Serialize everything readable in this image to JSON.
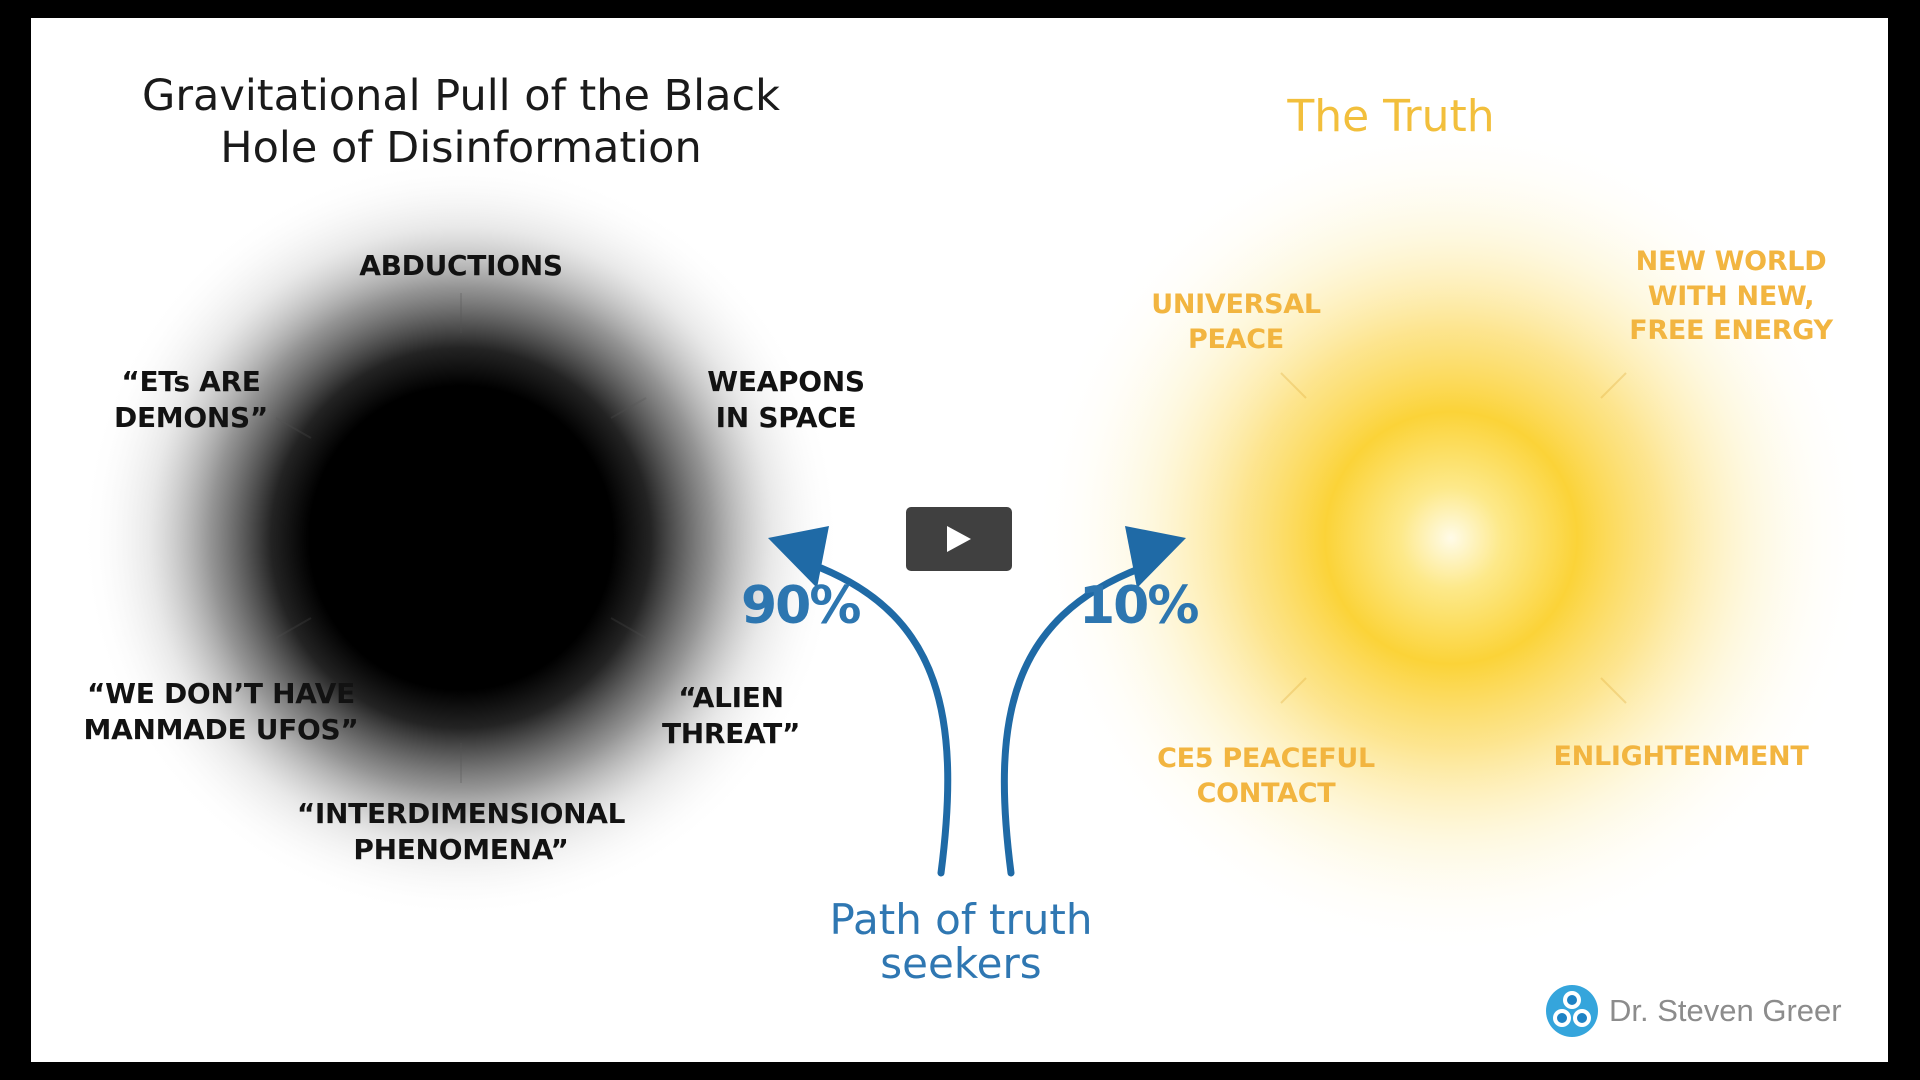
{
  "left_panel": {
    "title": "Gravitational Pull of the Black\nHole of Disinformation",
    "labels": [
      "ABDUCTIONS",
      "WEAPONS\nIN SPACE",
      "“ALIEN\nTHREAT”",
      "“INTERDIMENSIONAL\nPHENOMENA”",
      "“WE DON’T HAVE\nMANMADE UFOS”",
      "“ETs ARE\nDEMONS”"
    ],
    "percent": "90%"
  },
  "right_panel": {
    "title": "The Truth",
    "labels": [
      "UNIVERSAL\nPEACE",
      "NEW WORLD\nWITH NEW,\nFREE  ENERGY",
      "ENLIGHTENMENT",
      "CE5 PEACEFUL\nCONTACT"
    ],
    "percent": "10%"
  },
  "path_label": "Path of truth\nseekers",
  "branding": {
    "name": "Dr. Steven Greer",
    "logo_icon": "molecule-logo-icon"
  },
  "player": {
    "play_icon": "play-icon"
  },
  "colors": {
    "gold": "#f2b540",
    "blue": "#2d76b0",
    "dark": "#121212",
    "frame_border": "#000000"
  }
}
